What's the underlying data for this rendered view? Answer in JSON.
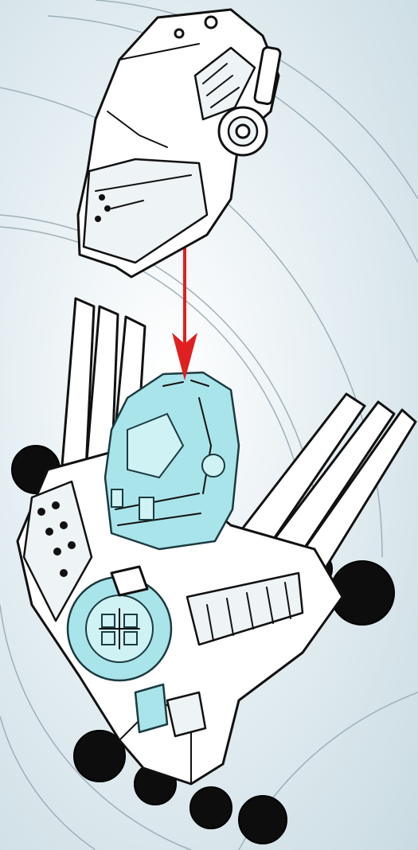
{
  "figure": {
    "background_color": "#dbe8ed",
    "arrow_color": "#e02020",
    "parts": [
      "white-head-mask",
      "trans-light-blue-head-core",
      "white-armored-torso",
      "black-ball-joints",
      "trans-light-blue-gear-socket"
    ]
  }
}
